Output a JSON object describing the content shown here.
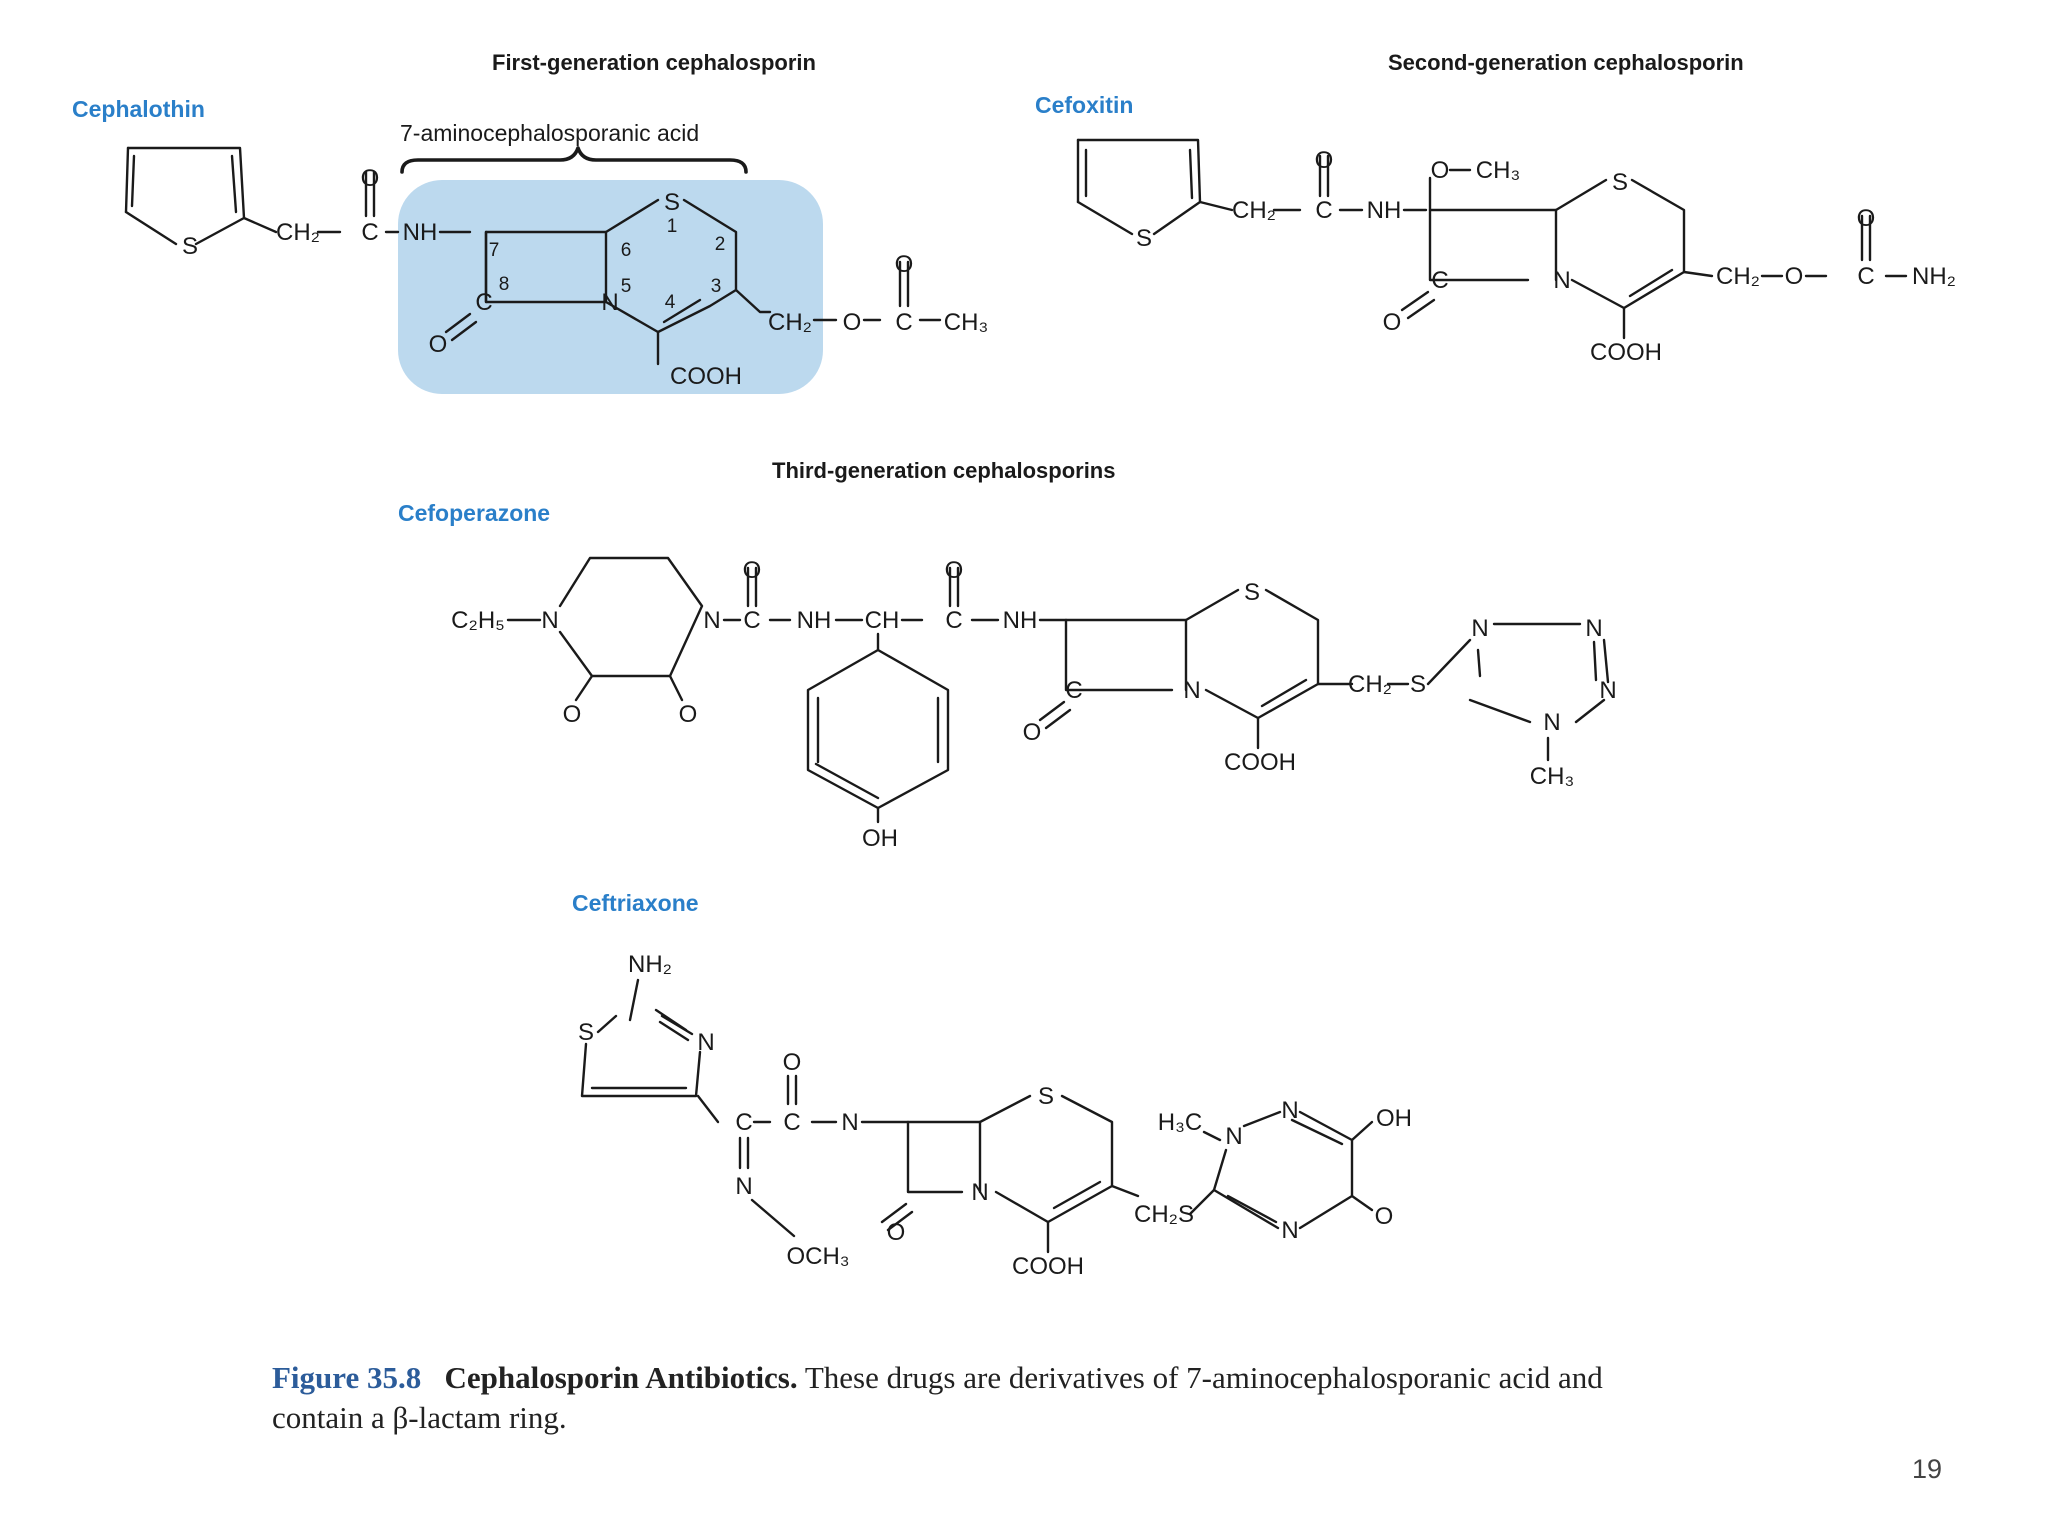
{
  "colors": {
    "label_blue": "#2a7fc9",
    "highlight_fill": "#bcd9ee",
    "figure_blue": "#2c5c9a",
    "ink": "#1a1a1a"
  },
  "headings": {
    "first_gen": "First-generation cephalosporin",
    "second_gen": "Second-generation cephalosporin",
    "third_gen": "Third-generation cephalosporins"
  },
  "drugs": {
    "cephalothin": "Cephalothin",
    "cefoxitin": "Cefoxitin",
    "cefoperazone": "Cefoperazone",
    "ceftriaxone": "Ceftriaxone"
  },
  "core_label": "7-aminocephalosporanic acid",
  "atoms": {
    "O": "O",
    "S": "S",
    "N": "N",
    "C": "C",
    "NH": "NH",
    "CH": "CH",
    "OH": "OH",
    "CH2": "CH₂",
    "CH3": "CH₃",
    "NH2": "NH₂",
    "H3C": "H₃C",
    "C2H5": "C₂H₅",
    "COOH": "COOH",
    "OCH3": "OCH₃",
    "CH2S": "CH₂S"
  },
  "ring_numbers": [
    "1",
    "2",
    "3",
    "4",
    "5",
    "6",
    "7",
    "8"
  ],
  "caption": {
    "number": "Figure 35.8",
    "title": "Cephalosporin Antibiotics.",
    "text_line1": "These drugs are derivatives of 7-aminocephalosporanic acid and",
    "text_line2": "contain a β-lactam ring."
  },
  "page_number": "19"
}
